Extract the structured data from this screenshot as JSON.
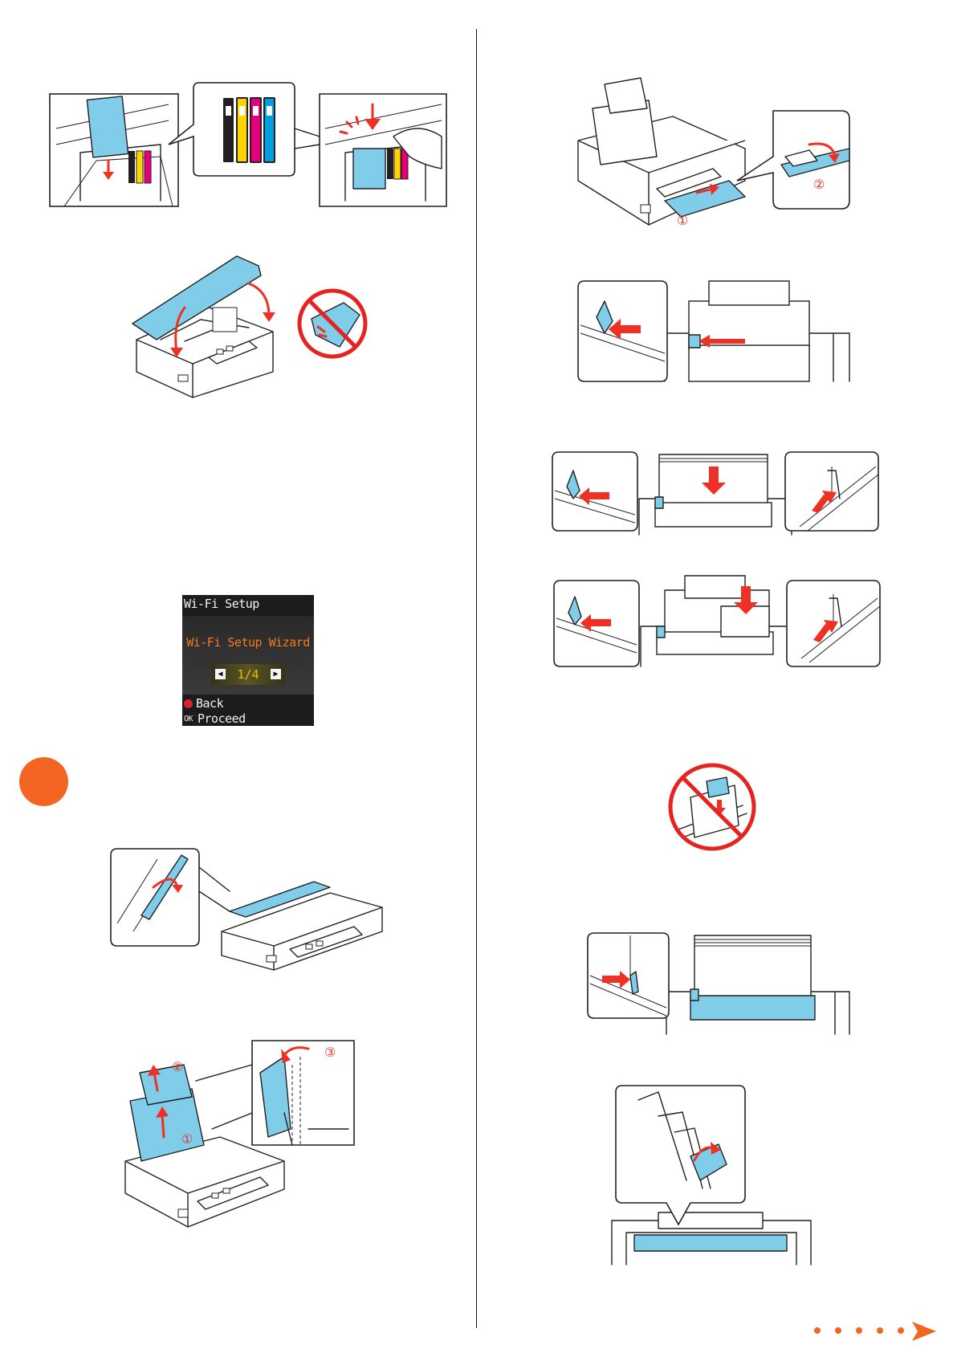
{
  "screen": {
    "title": "Wi-Fi Setup",
    "wizard": "Wi-Fi Setup Wizard",
    "page": "1/4",
    "prev_arrow": "◀",
    "next_arrow": "▶",
    "back_label": "Back",
    "ok_key": "OK",
    "proceed_label": "Proceed"
  },
  "callouts": {
    "one": "①",
    "two": "②",
    "three": "③"
  },
  "colors": {
    "accent_orange": "#f26522",
    "arrow_red": "#ee3124",
    "highlight_blue": "#7fcde8",
    "ink_black": "#231f20",
    "ink_yellow": "#ffd400",
    "ink_magenta": "#e6007e",
    "ink_cyan": "#00a0e0"
  },
  "icons": {
    "continue": "continue-arrow-icon",
    "prohibited": "prohibited-icon",
    "stop_button": "stop-button-icon"
  }
}
